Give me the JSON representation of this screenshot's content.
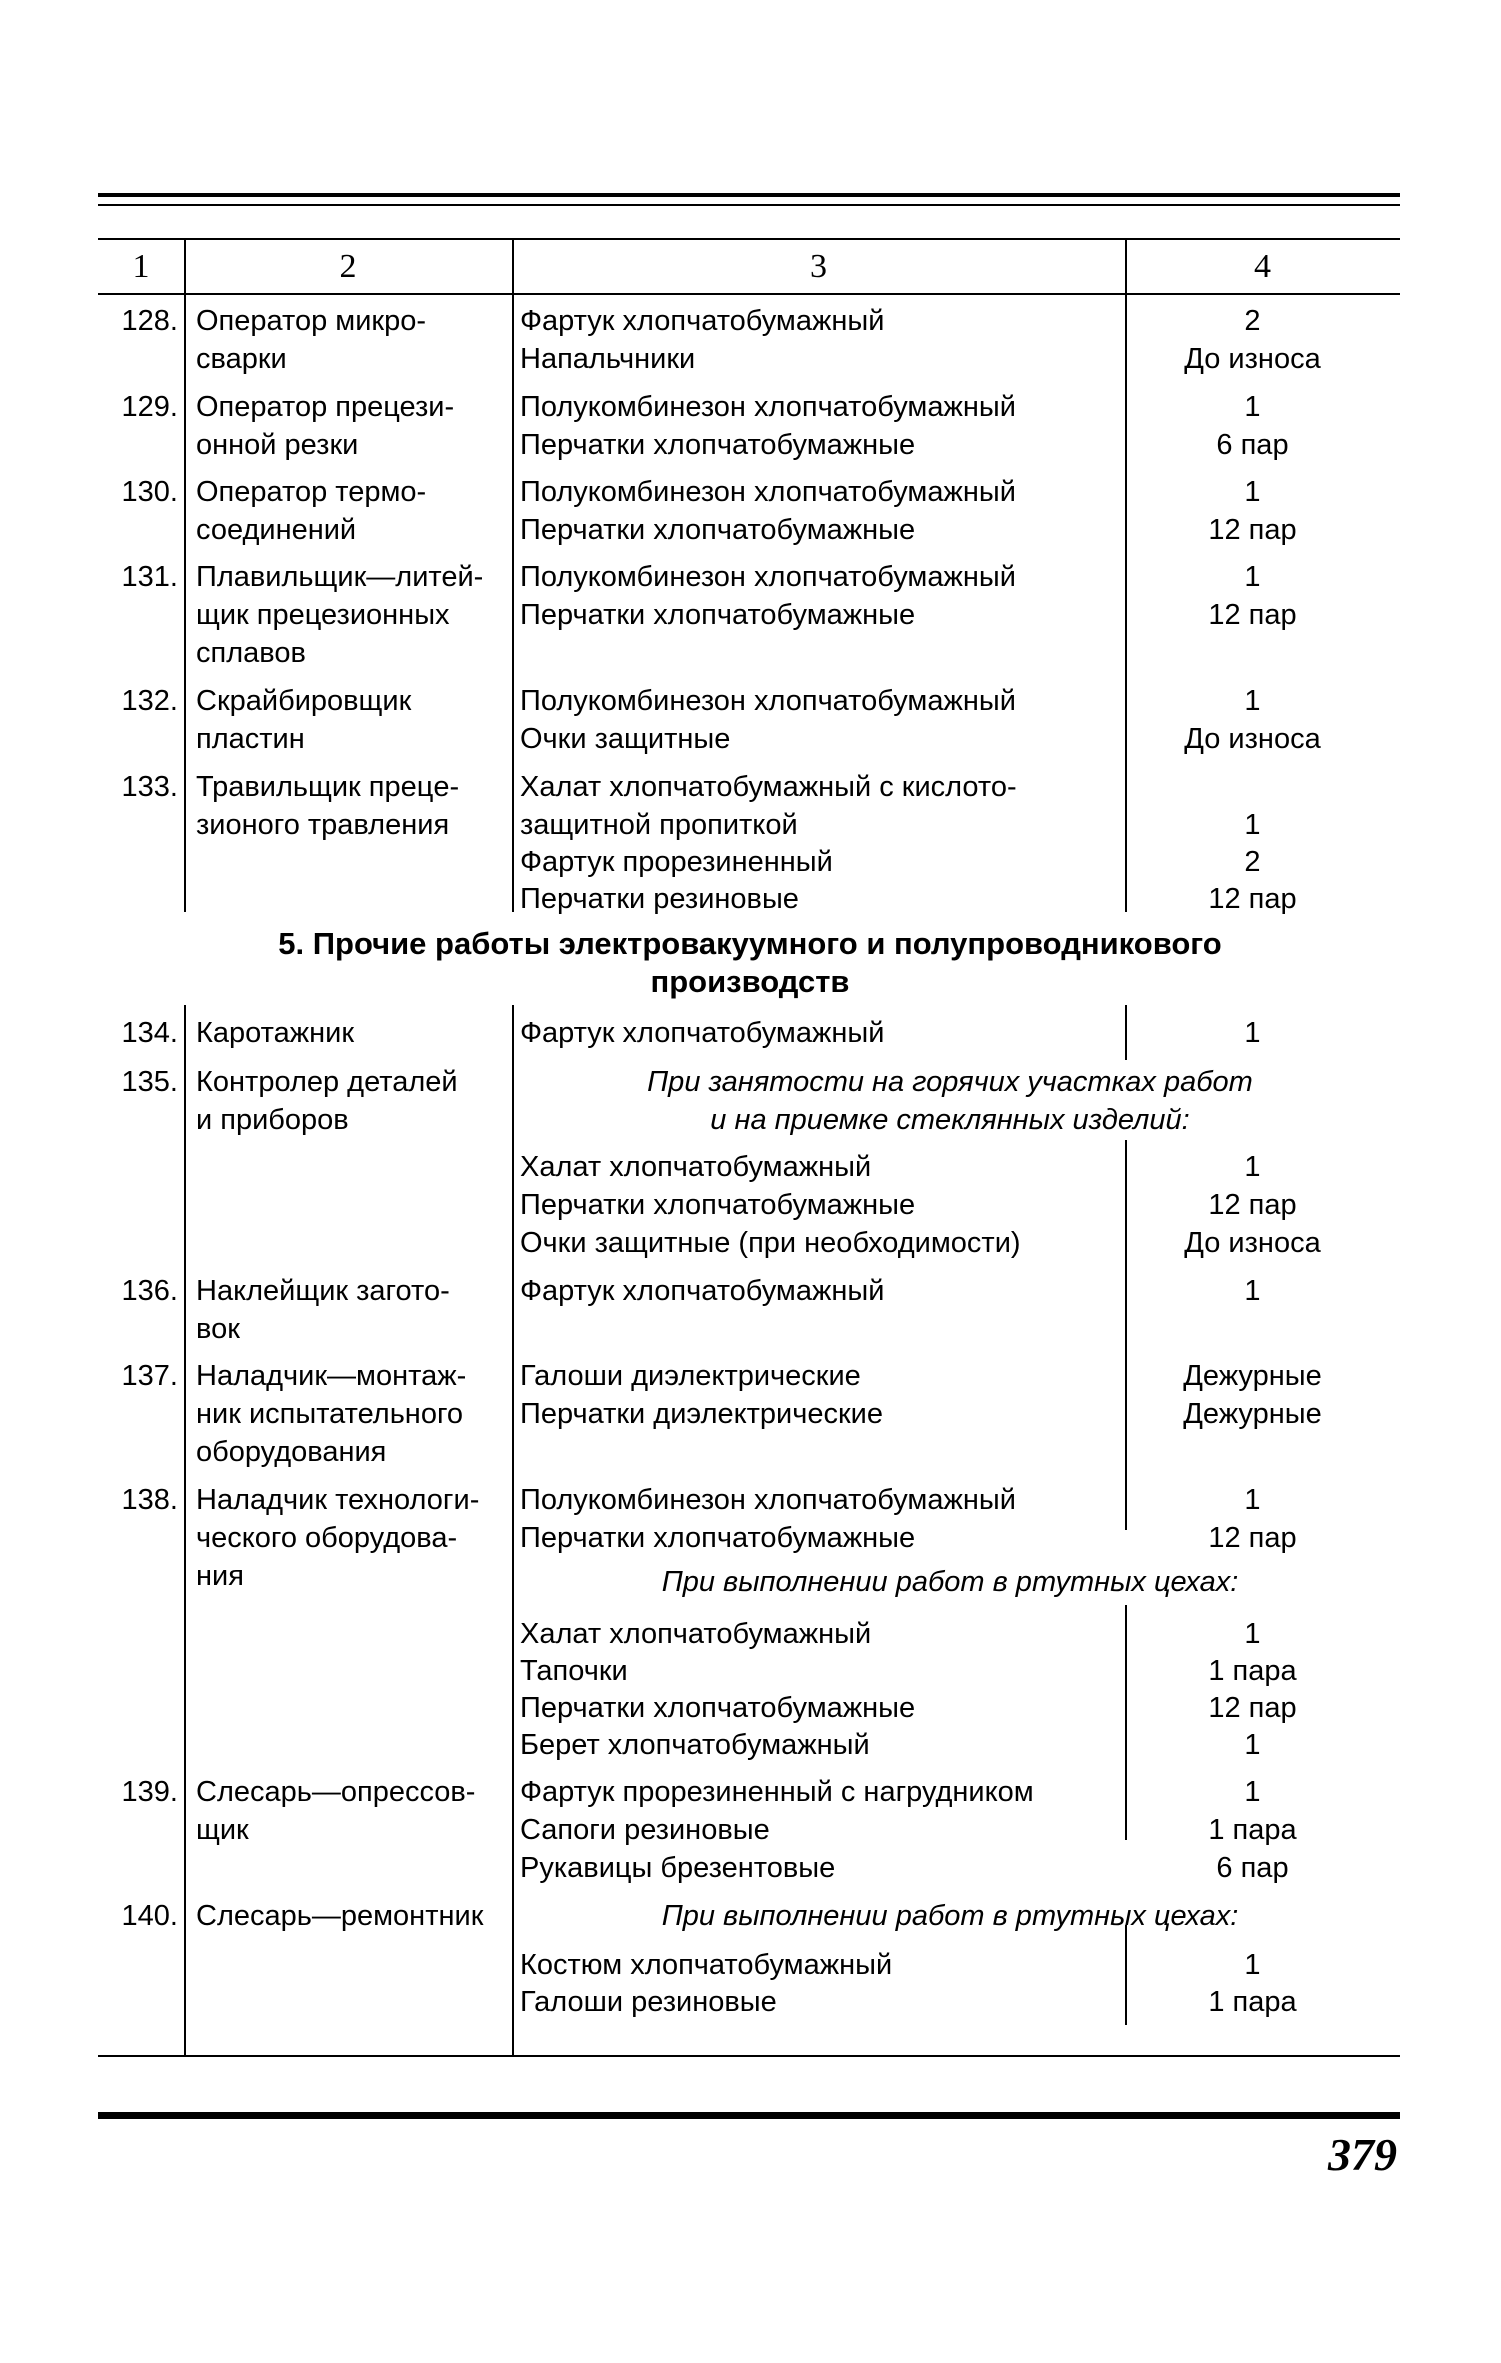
{
  "header": {
    "col1": "1",
    "col2": "2",
    "col3": "3",
    "col4": "4"
  },
  "rows_a": [
    {
      "num": "128.",
      "job": [
        "Оператор микро-",
        "сварки"
      ],
      "items": [
        "Фартук хлопчатобумажный",
        "Напальчники"
      ],
      "qty": [
        "2",
        "До износа"
      ]
    },
    {
      "num": "129.",
      "job": [
        "Оператор прецези-",
        "онной резки"
      ],
      "items": [
        "Полукомбинезон хлопчатобумажный",
        "Перчатки хлопчатобумажные"
      ],
      "qty": [
        "1",
        "6 пар"
      ]
    },
    {
      "num": "130.",
      "job": [
        "Оператор термо-",
        "соединений"
      ],
      "items": [
        "Полукомбинезон хлопчатобумажный",
        "Перчатки хлопчатобумажные"
      ],
      "qty": [
        "1",
        "12 пар"
      ]
    },
    {
      "num": "131.",
      "job": [
        "Плавильщик—литей-",
        "щик прецезионных",
        "сплавов"
      ],
      "items": [
        "Полукомбинезон хлопчатобумажный",
        "Перчатки хлопчатобумажные"
      ],
      "qty": [
        "1",
        "12 пар"
      ]
    },
    {
      "num": "132.",
      "job": [
        "Скрайбировщик",
        "пластин"
      ],
      "items": [
        "Полукомбинезон хлопчатобумажный",
        "Очки защитные"
      ],
      "qty": [
        "1",
        "До износа"
      ]
    },
    {
      "num": "133.",
      "job": [
        "Травильщик прецe-",
        "зионого травления"
      ],
      "items": [
        "Халат хлопчатобумажный с кислото-",
        "защитной пропиткой",
        "Фартук прорезиненный",
        "Перчатки резиновые"
      ],
      "qty": [
        "1",
        "2",
        "12 пар"
      ]
    }
  ],
  "section_title": [
    "5. Прочие работы электровакуумного и полупроводникового",
    "производств"
  ],
  "rows_b": [
    {
      "num": "134.",
      "job": [
        "Каротажник"
      ],
      "items": [
        "Фартук хлопчатобумажный"
      ],
      "qty": [
        "1"
      ]
    },
    {
      "num": "135.",
      "job": [
        "Контролер деталей",
        "и приборов"
      ],
      "condition": [
        "При занятости на горячих участках работ",
        "и на приемке стеклянных изделий:"
      ],
      "items": [
        "Халат хлопчатобумажный",
        "Перчатки хлопчатобумажные",
        "Очки защитные (при необходимости)"
      ],
      "qty": [
        "1",
        "12 пар",
        "До износа"
      ]
    },
    {
      "num": "136.",
      "job": [
        "Наклейщик загото-",
        "вок"
      ],
      "items": [
        "Фартук хлопчатобумажный"
      ],
      "qty": [
        "1"
      ]
    },
    {
      "num": "137.",
      "job": [
        "Наладчик—монтаж-",
        "ник испытательного",
        "оборудования"
      ],
      "items": [
        "Галоши диэлектрические",
        "Перчатки диэлектрические"
      ],
      "qty": [
        "Дежурные",
        "Дежурные"
      ]
    },
    {
      "num": "138.",
      "job": [
        "Наладчик технологи-",
        "ческого оборудова-",
        "ния"
      ],
      "items": [
        "Полукомбинезон хлопчатобумажный",
        "Перчатки хлопчатобумажные"
      ],
      "qty": [
        "1",
        "12 пар"
      ],
      "condition": [
        "При выполнении работ в ртутных цехах:"
      ],
      "items2": [
        "Халат хлопчатобумажный",
        "Тапочки",
        "Перчатки хлопчатобумажные",
        "Берет хлопчатобумажный"
      ],
      "qty2": [
        "1",
        "1 пара",
        "12 пар",
        "1"
      ]
    },
    {
      "num": "139.",
      "job": [
        "Слесарь—опрессов-",
        "щик"
      ],
      "items": [
        "Фартук прорезиненный с нагрудником",
        "Сапоги резиновые",
        "Рукавицы брезентовые"
      ],
      "qty": [
        "1",
        "1 пара",
        "6 пар"
      ]
    },
    {
      "num": "140.",
      "job": [
        "Слесарь—ремонтник"
      ],
      "condition": [
        "При выполнении работ в ртутных цехах:"
      ],
      "items": [
        "Костюм хлопчатобумажный",
        "Галоши резиновые"
      ],
      "qty": [
        "1",
        "1 пара"
      ]
    }
  ],
  "page_number": "379"
}
